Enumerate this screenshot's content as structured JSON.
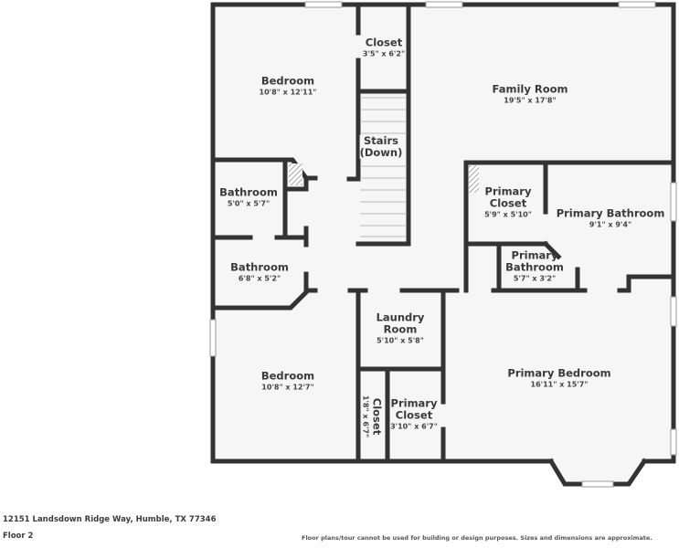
{
  "plan": {
    "address": "12151 Landsdown Ridge Way, Humble, TX 77346",
    "floor": "Floor 2",
    "disclaimer": "Floor plans/tour cannot be used for building or design purposes. Sizes and dimensions are approximate.",
    "colors": {
      "wall": "#333333",
      "floor": "#f6f6f6",
      "window": "#ffffff",
      "hatch": "#888888"
    }
  },
  "rooms": {
    "bedroom1": {
      "name": "Bedroom",
      "dims": "10'8\" x 12'11\""
    },
    "closet1": {
      "name": "Closet",
      "dims": "3'5\" x 6'2\""
    },
    "family": {
      "name": "Family Room",
      "dims": "19'5\" x 17'8\""
    },
    "stairs": {
      "name": "Stairs",
      "name2": "(Down)"
    },
    "bath1": {
      "name": "Bathroom",
      "dims": "5'0\" x 5'7\""
    },
    "bath2": {
      "name": "Bathroom",
      "dims": "6'8\" x 5'2\""
    },
    "pcloset1": {
      "name": "Primary",
      "name2": "Closet",
      "dims": "5'9\" x 5'10\""
    },
    "pbath1": {
      "name": "Primary Bathroom",
      "dims": "9'1\" x 9'4\""
    },
    "pbath2": {
      "name": "Primary",
      "name2": "Bathroom",
      "dims": "5'7\" x 3'2\""
    },
    "laundry": {
      "name": "Laundry",
      "name2": "Room",
      "dims": "5'10\" x 5'8\""
    },
    "bedroom2": {
      "name": "Bedroom",
      "dims": "10'8\" x 12'7\""
    },
    "closet2": {
      "name": "Closet",
      "dims": "1'8\" x 6'7\""
    },
    "pcloset2": {
      "name": "Primary",
      "name2": "Closet",
      "dims": "3'10\" x 6'7\""
    },
    "pbedroom": {
      "name": "Primary Bedroom",
      "dims": "16'11\" x 15'7\""
    }
  }
}
